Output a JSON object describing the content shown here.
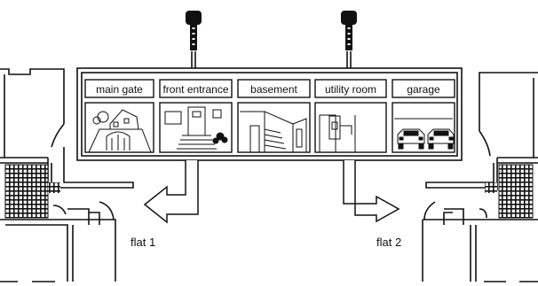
{
  "zones": [
    {
      "id": "main-gate",
      "label": "main gate"
    },
    {
      "id": "front-entrance",
      "label": "front entrance"
    },
    {
      "id": "basement",
      "label": "basement"
    },
    {
      "id": "utility-room",
      "label": "utility room"
    },
    {
      "id": "garage",
      "label": "garage"
    }
  ],
  "flats": [
    {
      "id": "flat-1",
      "label": "flat 1"
    },
    {
      "id": "flat-2",
      "label": "flat 2"
    }
  ],
  "keys": [
    {
      "id": "key-1",
      "icon": "key-icon"
    },
    {
      "id": "key-2",
      "icon": "key-icon"
    }
  ],
  "colors": {
    "ink": "#111111",
    "paper": "#ffffff"
  }
}
